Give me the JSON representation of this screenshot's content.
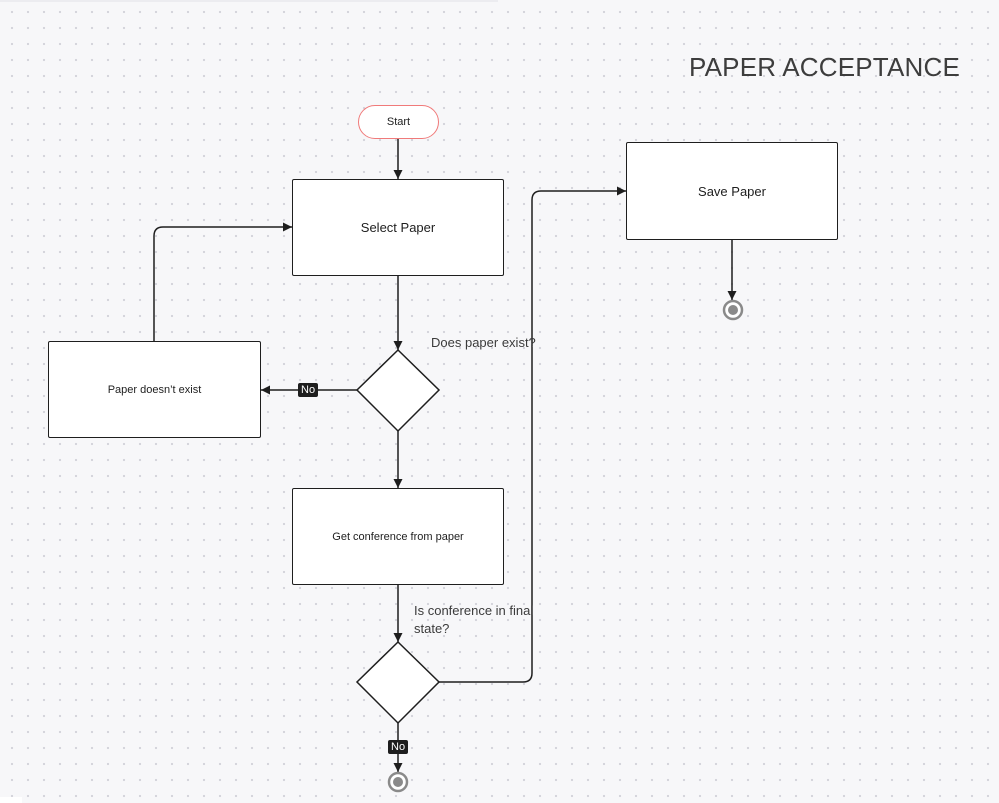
{
  "diagram": {
    "title": "PAPER ACCEPTANCE",
    "nodes": {
      "start": "Start",
      "select_paper": "Select Paper",
      "paper_doesnt_exist": "Paper doesn’t exist",
      "get_conference": "Get conference from paper",
      "save_paper": "Save Paper"
    },
    "decisions": {
      "paper_exists": "Does paper exist?",
      "conference_final_line1": "Is conference in final",
      "conference_final_line2": "state?"
    },
    "edge_labels": {
      "no_left": "No",
      "no_bottom": "No"
    },
    "colors": {
      "stroke": "#1e1e1e",
      "start_border": "#f07a7a",
      "end_ring": "#8a8a8a",
      "background": "#f7f7f9"
    }
  }
}
